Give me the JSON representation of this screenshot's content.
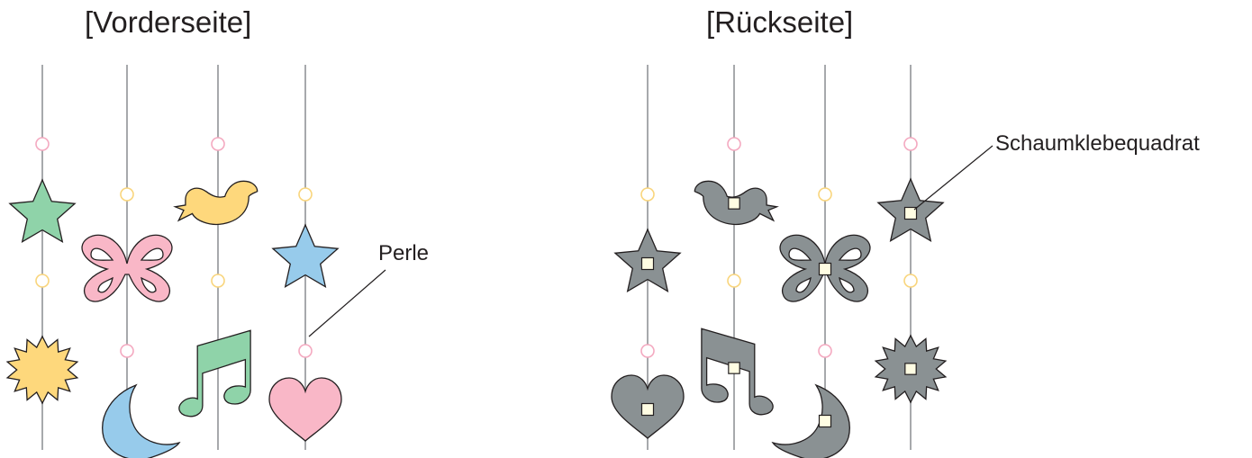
{
  "front": {
    "title": "[Vorderseite]",
    "columns": [
      {
        "items": [
          {
            "kind": "bead",
            "color": "pink"
          },
          {
            "kind": "shape",
            "shape": "star",
            "color": "green"
          },
          {
            "kind": "bead",
            "color": "yellow"
          },
          {
            "kind": "shape",
            "shape": "sun",
            "color": "yellow"
          }
        ]
      },
      {
        "items": [
          {
            "kind": "bead",
            "color": "yellow"
          },
          {
            "kind": "shape",
            "shape": "butterfly",
            "color": "pink"
          },
          {
            "kind": "bead",
            "color": "pink"
          },
          {
            "kind": "shape",
            "shape": "moon",
            "color": "blue"
          }
        ]
      },
      {
        "items": [
          {
            "kind": "bead",
            "color": "pink"
          },
          {
            "kind": "shape",
            "shape": "bird",
            "color": "yellow"
          },
          {
            "kind": "bead",
            "color": "yellow"
          },
          {
            "kind": "shape",
            "shape": "music-note",
            "color": "green"
          }
        ]
      },
      {
        "items": [
          {
            "kind": "bead",
            "color": "yellow"
          },
          {
            "kind": "shape",
            "shape": "star",
            "color": "blue"
          },
          {
            "kind": "bead",
            "color": "pink"
          },
          {
            "kind": "shape",
            "shape": "heart",
            "color": "pink"
          }
        ]
      }
    ]
  },
  "back": {
    "title": "[Rückseite]",
    "columns": [
      {
        "items": [
          {
            "kind": "bead",
            "color": "yellow"
          },
          {
            "kind": "shape",
            "shape": "star",
            "color": "gray"
          },
          {
            "kind": "bead",
            "color": "pink"
          },
          {
            "kind": "shape",
            "shape": "heart",
            "color": "gray"
          }
        ]
      },
      {
        "items": [
          {
            "kind": "bead",
            "color": "pink"
          },
          {
            "kind": "shape",
            "shape": "bird",
            "color": "gray"
          },
          {
            "kind": "bead",
            "color": "yellow"
          },
          {
            "kind": "shape",
            "shape": "music-note",
            "color": "gray"
          }
        ]
      },
      {
        "items": [
          {
            "kind": "bead",
            "color": "yellow"
          },
          {
            "kind": "shape",
            "shape": "butterfly",
            "color": "gray"
          },
          {
            "kind": "bead",
            "color": "pink"
          },
          {
            "kind": "shape",
            "shape": "moon",
            "color": "gray"
          }
        ]
      },
      {
        "items": [
          {
            "kind": "bead",
            "color": "pink"
          },
          {
            "kind": "shape",
            "shape": "star",
            "color": "gray"
          },
          {
            "kind": "bead",
            "color": "yellow"
          },
          {
            "kind": "shape",
            "shape": "sun",
            "color": "gray"
          }
        ]
      }
    ]
  },
  "callouts": {
    "bead": "Perle",
    "foam_square": "Schaumklebequadrat"
  },
  "colors": {
    "string": "#a7a9ac",
    "outline": "#231f20",
    "green": "#8fd3a9",
    "pink": "#f9b7c7",
    "yellow": "#fed87c",
    "blue": "#97cbeb",
    "gray": "#8a9193",
    "bead_pink": "#f4a9c0",
    "bead_yellow": "#f9d57c",
    "foam_square": "#fffde3"
  }
}
